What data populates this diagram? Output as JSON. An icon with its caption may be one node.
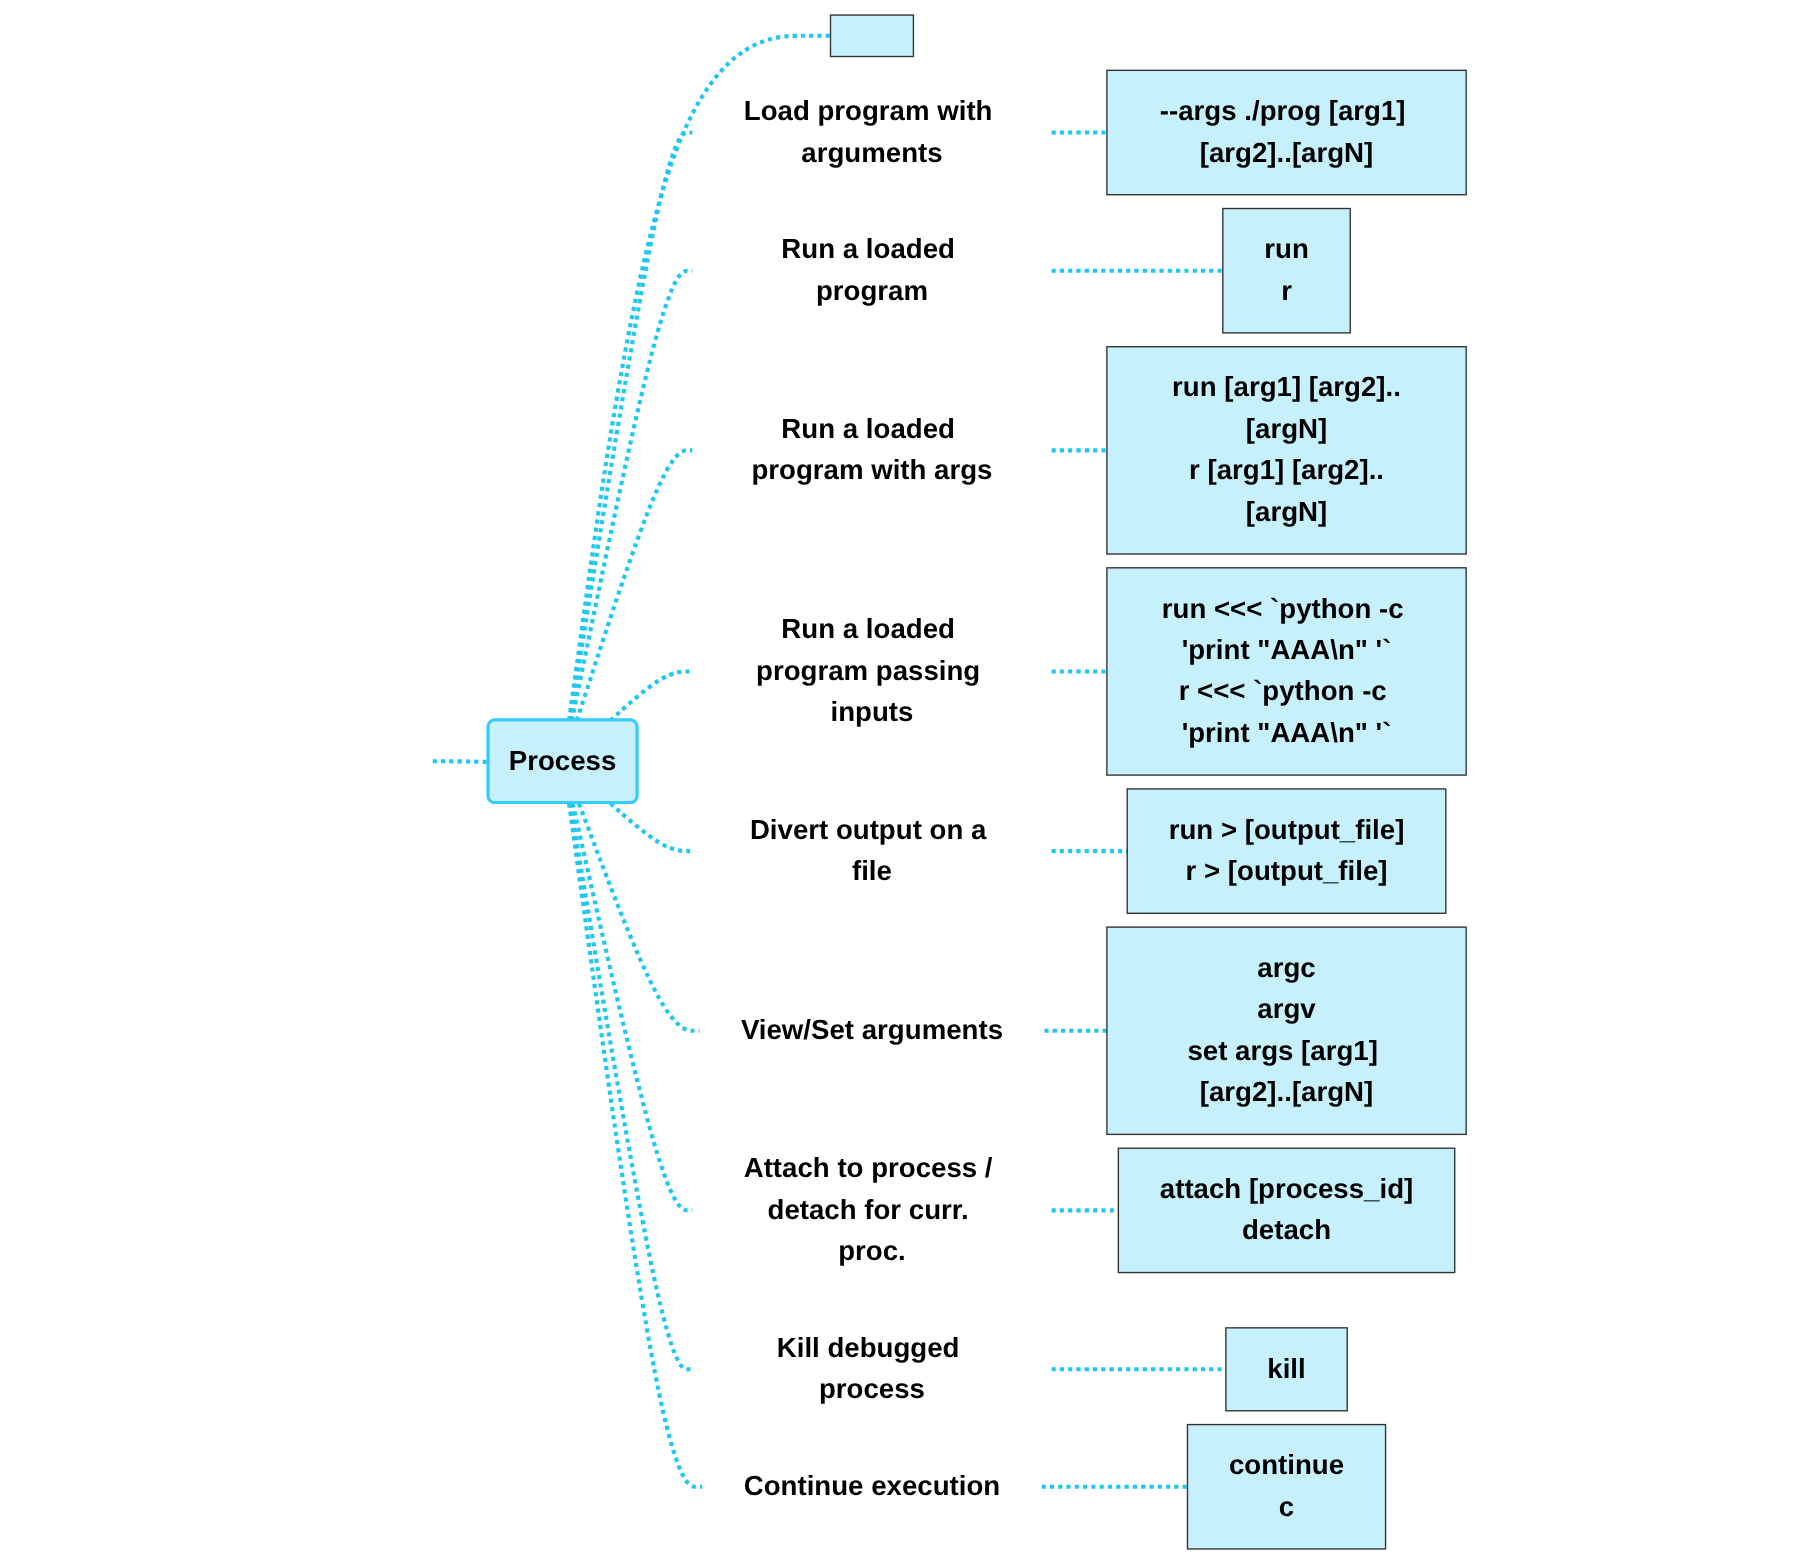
{
  "diagram": {
    "nodes": [
      {
        "text": [
          "Process"
        ]
      },
      {
        "text": [],
        "shape": "box"
      },
      {
        "text": [
          "Load program with arguments"
        ]
      },
      {
        "text": [
          "--args ./prog [arg1] [arg2]..[argN]"
        ]
      },
      {
        "text": [
          "Run a loaded program"
        ]
      },
      {
        "text": [
          "run",
          "r"
        ]
      },
      {
        "text": [
          "Run a loaded program with args"
        ]
      },
      {
        "text": [
          "run [arg1] [arg2]..[argN]",
          "r [arg1] [arg2]..[argN]"
        ]
      },
      {
        "text": [
          "Run a loaded program passing inputs"
        ]
      },
      {
        "text": [
          "run <<< `python -c 'print \"AAA\\n\" '`",
          "r <<< `python -c 'print \"AAA\\n\" '`"
        ]
      },
      {
        "text": [
          "Divert output on a file"
        ]
      },
      {
        "text": [
          "run > [output_file]",
          "r > [output_file]"
        ]
      },
      {
        "text": [
          "View/Set arguments"
        ]
      },
      {
        "text": [
          "argc",
          "argv",
          "set args [arg1] [arg2]..[argN]"
        ]
      },
      {
        "text": [
          "Attach to process / detach for curr. proc."
        ]
      },
      {
        "text": [
          "attach [process_id]",
          "detach"
        ]
      },
      {
        "text": [
          "Kill debugged process"
        ]
      },
      {
        "text": [
          "kill"
        ]
      },
      {
        "text": [
          "Continue execution"
        ]
      },
      {
        "text": [
          "continue",
          "c"
        ]
      }
    ],
    "edges": [
      {
        "from": null,
        "to": 0,
        "arrow": "none",
        "style": "dashed"
      },
      {
        "from": 0,
        "to": 1,
        "arrow": "none",
        "style": "dashed"
      },
      {
        "from": 0,
        "to": 2,
        "arrow": "none",
        "style": "dashed"
      },
      {
        "from": 2,
        "to": 3,
        "arrow": "none",
        "style": "dashed"
      },
      {
        "from": 0,
        "to": 4,
        "arrow": "none",
        "style": "dashed"
      },
      {
        "from": 4,
        "to": 5,
        "arrow": "none",
        "style": "dashed"
      },
      {
        "from": 0,
        "to": 6,
        "arrow": "none",
        "style": "dashed"
      },
      {
        "from": 6,
        "to": 7,
        "arrow": "none",
        "style": "dashed"
      },
      {
        "from": 0,
        "to": 8,
        "arrow": "none",
        "style": "dashed"
      },
      {
        "from": 8,
        "to": 9,
        "arrow": "none",
        "style": "dashed"
      },
      {
        "from": 0,
        "to": 10,
        "arrow": "none",
        "style": "dashed"
      },
      {
        "from": 10,
        "to": 11,
        "arrow": "none",
        "style": "dashed"
      },
      {
        "from": 0,
        "to": 12,
        "arrow": "none",
        "style": "dashed"
      },
      {
        "from": 12,
        "to": 13,
        "arrow": "none",
        "style": "dashed"
      },
      {
        "from": 0,
        "to": 14,
        "arrow": "none",
        "style": "dashed"
      },
      {
        "from": 14,
        "to": 15,
        "arrow": "none",
        "style": "dashed"
      },
      {
        "from": 0,
        "to": 16,
        "arrow": "none",
        "style": "dashed"
      },
      {
        "from": 16,
        "to": 17,
        "arrow": "none",
        "style": "dashed"
      },
      {
        "from": 0,
        "to": 18,
        "arrow": "none",
        "style": "dashed"
      },
      {
        "from": 18,
        "to": 19,
        "arrow": "none",
        "style": "dashed"
      }
    ]
  }
}
